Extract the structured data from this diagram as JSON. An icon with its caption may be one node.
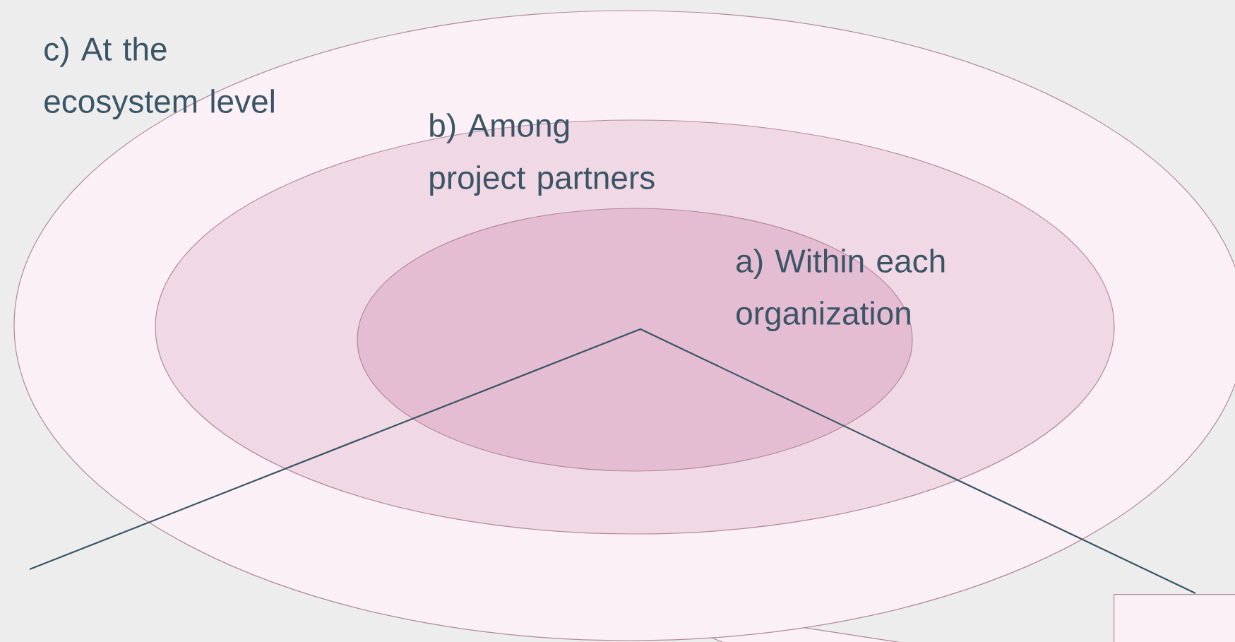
{
  "diagram": {
    "nodes": [
      {
        "text": [
          "c) At the ecosystem level"
        ]
      },
      {
        "text": [
          "b) Among project partners"
        ],
        "in": 0
      },
      {
        "text": [
          "a) Within each organization"
        ],
        "in": 1
      },
      {
        "text": [],
        "shape": "box"
      }
    ]
  }
}
